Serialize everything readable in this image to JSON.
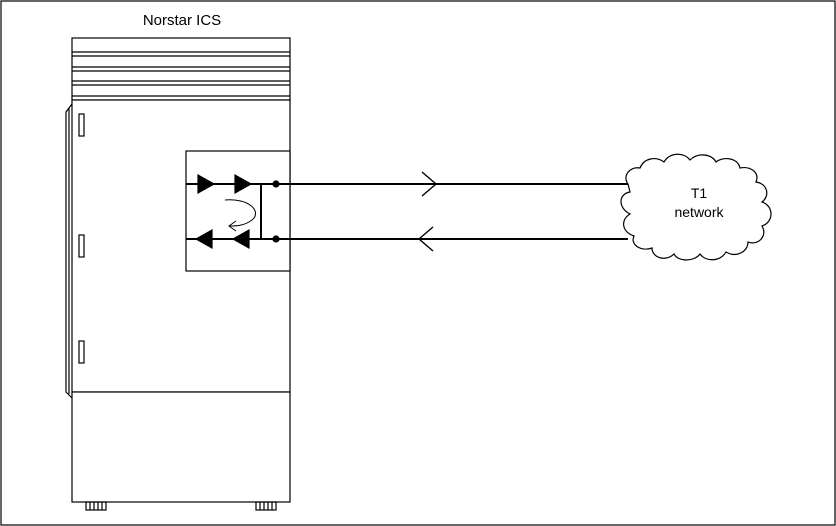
{
  "diagram": {
    "title": "Norstar ICS",
    "cloud_label_line1": "T1",
    "cloud_label_line2": "network"
  }
}
